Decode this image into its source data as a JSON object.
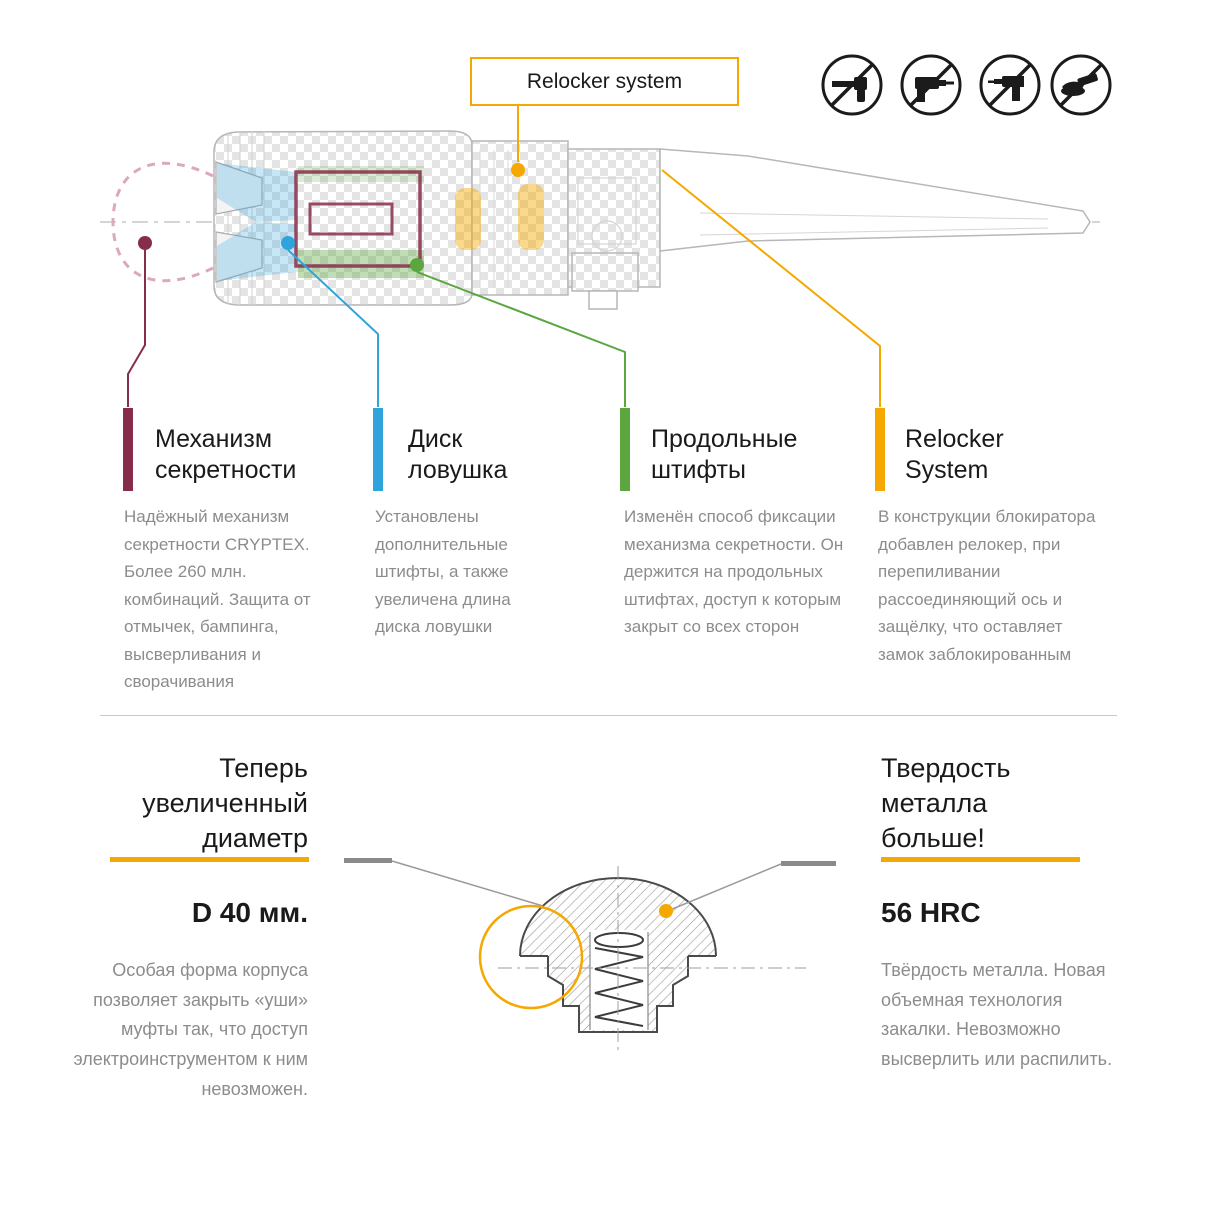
{
  "colors": {
    "yellow": "#F5A800",
    "maroon": "#862D4B",
    "blue": "#2FA3DC",
    "green": "#5BA63E",
    "hookpink": "#DCA9BC",
    "heading": "#1A1A1A",
    "body": "#8C8C8C",
    "outline": "#B7B7B7",
    "divider": "#C9C9C9",
    "leader": "#8A8A8A"
  },
  "header": {
    "relocker_label": "Relocker system",
    "prohibition_icons": [
      "no-lockpicking",
      "no-drilling",
      "no-hammer-drilling",
      "no-grinding"
    ]
  },
  "callouts": [
    {
      "title": "Механизм\nсекретности",
      "body": "Надёжный механизм секретности CRYPTEX. Более 260 млн. комбинаций. Защита от отмычек, бампинга, высверливания и сворачивания"
    },
    {
      "title": "Диск\nловушка",
      "body": "Установлены дополнительные штифты, а также увеличена длина диска ловушки"
    },
    {
      "title": "Продольные\nштифты",
      "body": "Изменён способ фиксации механизма секретности. Он держится на продольных штифтах, доступ к которым закрыт со всех сторон"
    },
    {
      "title": "Relocker\nSystem",
      "body": "В конструкции блокиратора добавлен релокер, при перепиливании рассоединяющий ось и защёлку, что оставляет замок заблокированным"
    }
  ],
  "bottom_left": {
    "title": "Теперь\nувеличенный\nдиаметр",
    "value": "D 40 мм.",
    "body": "Особая форма корпуса позволяет закрыть «уши» муфты так, что доступ электроинструментом к ним невозможен."
  },
  "bottom_right": {
    "title": "Твердость\nметалла\nбольше!",
    "value": "56 HRC",
    "body": "Твёрдость металла. Новая объемная технология закалки. Невозможно высверлить или распилить."
  }
}
